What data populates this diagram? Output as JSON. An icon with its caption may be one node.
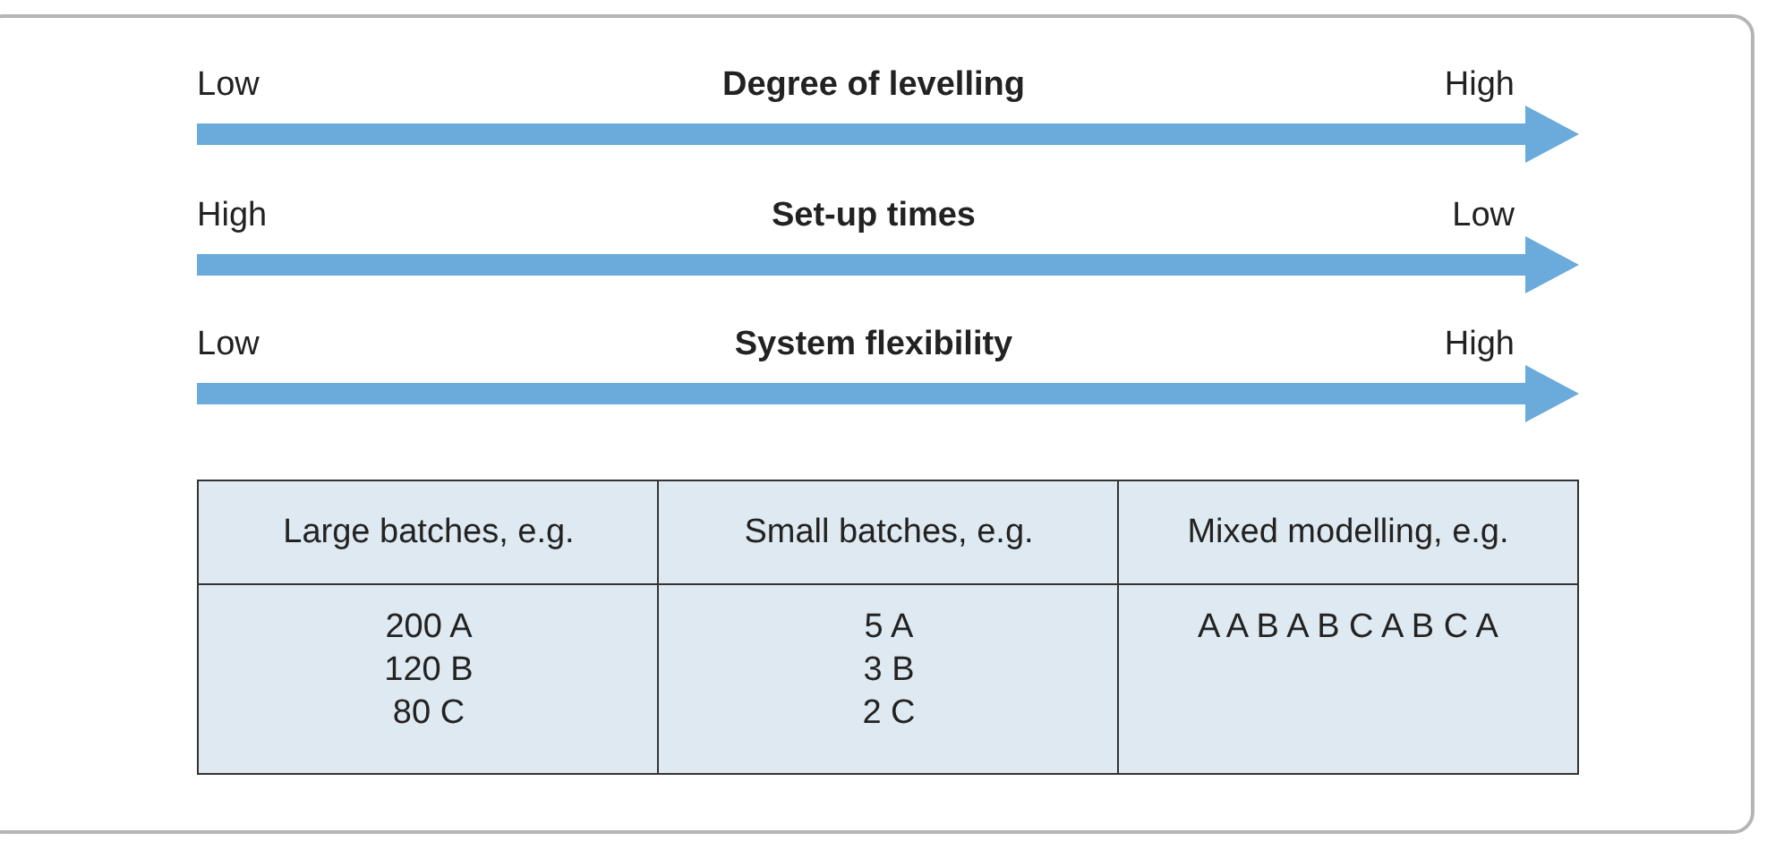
{
  "diagram": {
    "labels": [
      "Low",
      "Degree of levelling",
      "High",
      "High",
      "Set-up times",
      "Low",
      "Low",
      "System flexibility",
      "High",
      "Large batches, e.g.",
      "Small batches, e.g.",
      "Mixed modelling, e.g.",
      "200 A",
      "120 B",
      "80 C",
      "5 A",
      "3 B",
      "2 C",
      "A A B A B C A B C A"
    ]
  }
}
